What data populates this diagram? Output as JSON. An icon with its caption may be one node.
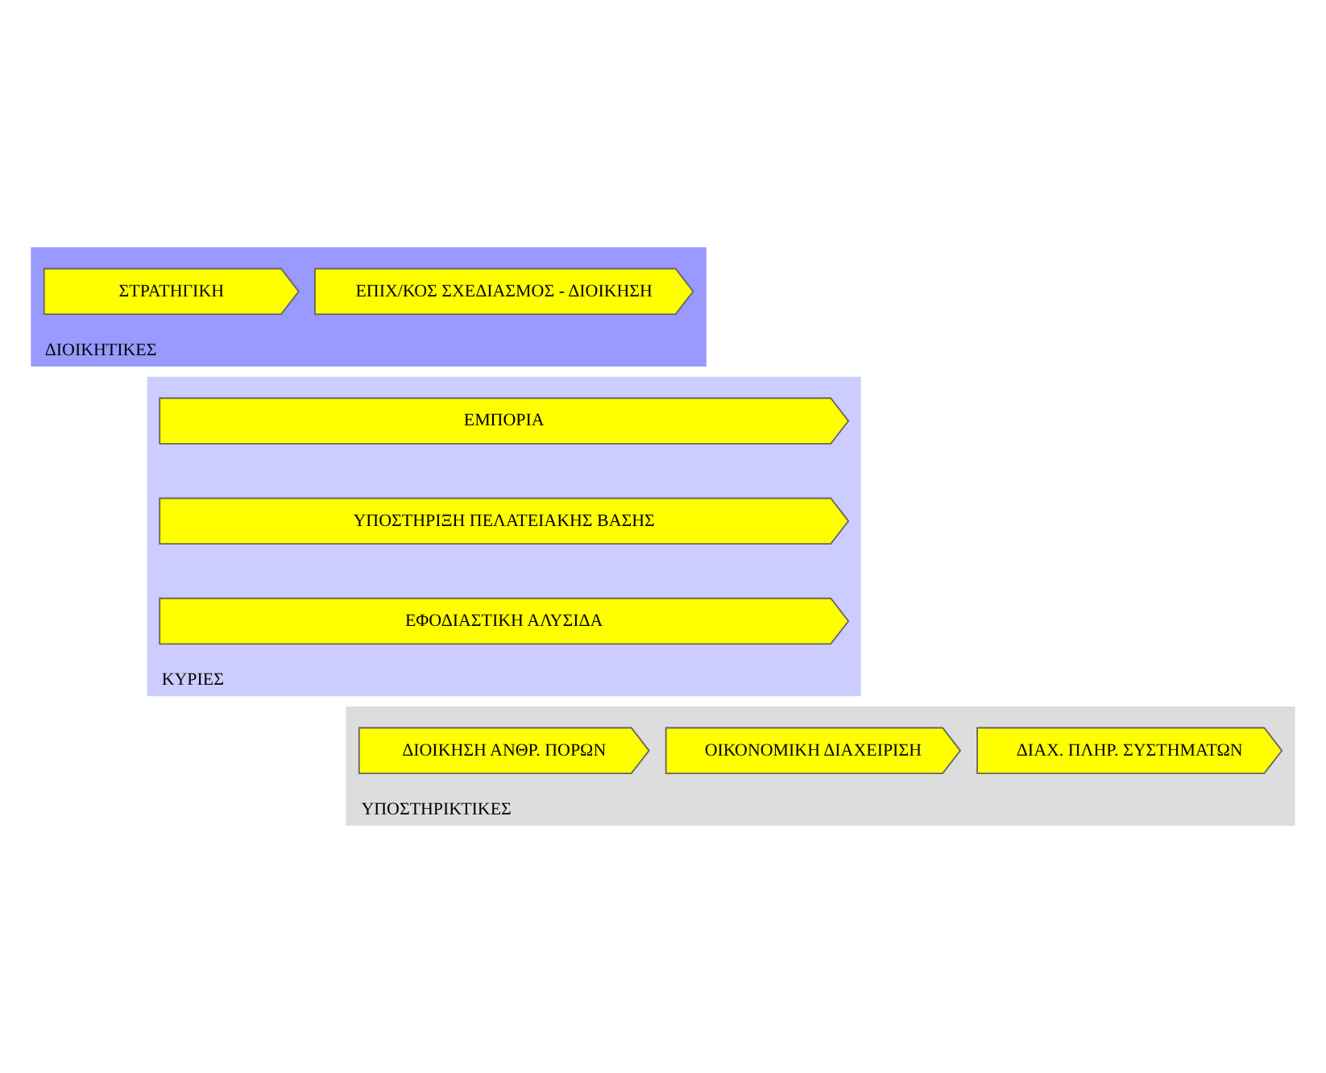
{
  "diagram": {
    "nodes": [
      {
        "text": [
          "ΔΙΟΙΚΗΤΙΚΕΣ"
        ]
      },
      {
        "text": [
          "ΣΤΡΑΤΗΓΙΚΗ"
        ],
        "in": 0
      },
      {
        "text": [
          "ΕΠΙΧ/ΚΟΣ ΣΧΕΔΙΑΣΜΟΣ - ΔΙΟΙΚΗΣΗ"
        ],
        "in": 0
      },
      {
        "text": [
          "ΚΥΡΙΕΣ"
        ]
      },
      {
        "text": [
          "ΕΜΠΟΡΙΑ"
        ],
        "in": 3
      },
      {
        "text": [
          "ΥΠΟΣΤΗΡΙΞΗ ΠΕΛΑΤΕΙΑΚΗΣ ΒΑΣΗΣ"
        ],
        "in": 3
      },
      {
        "text": [
          "ΕΦΟΔΙΑΣΤΙΚΗ ΑΛΥΣΙΔΑ"
        ],
        "in": 3
      },
      {
        "text": [
          "ΥΠΟΣΤΗΡΙΚΤΙΚΕΣ"
        ]
      },
      {
        "text": [
          "ΔΙΟΙΚΗΣΗ ΑΝΘΡ. ΠΟΡΩΝ"
        ],
        "in": 7
      },
      {
        "text": [
          "ΟΙΚΟΝΟΜΙΚΗ ΔΙΑΧΕΙΡΙΣΗ"
        ],
        "in": 7
      },
      {
        "text": [
          "ΔΙΑΧ. ΠΛΗΡ. ΣΥΣΤΗΜΑΤΩΝ"
        ],
        "in": 7
      }
    ],
    "edges": []
  }
}
